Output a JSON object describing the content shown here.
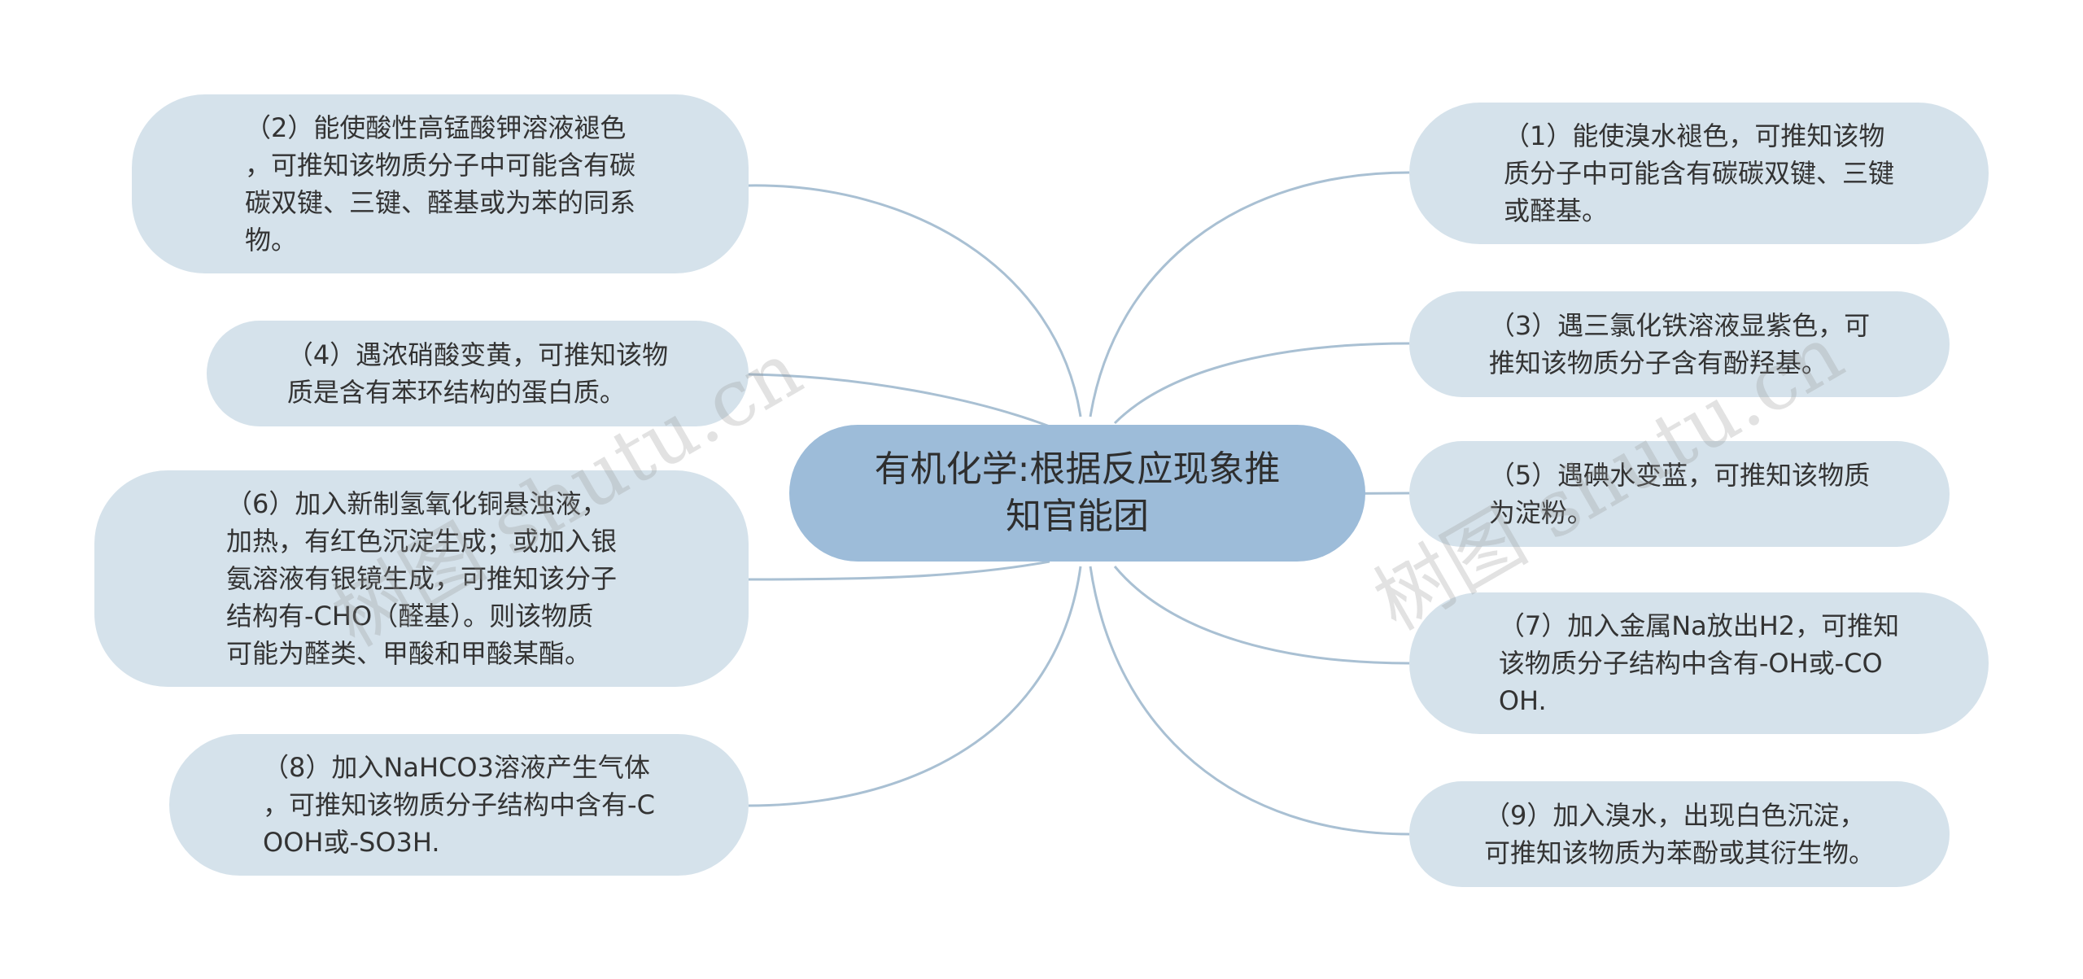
{
  "center": {
    "text": "有机化学:根据反应现象推\n知官能团"
  },
  "left_nodes": [
    {
      "id": "n2",
      "text": "（2）能使酸性高锰酸钾溶液褪色\n，可推知该物质分子中可能含有碳\n碳双键、三键、醛基或为苯的同系\n物。"
    },
    {
      "id": "n4",
      "text": "（4）遇浓硝酸变黄，可推知该物\n质是含有苯环结构的蛋白质。"
    },
    {
      "id": "n6",
      "text": "（6）加入新制氢氧化铜悬浊液，\n加热，有红色沉淀生成；或加入银\n氨溶液有银镜生成，可推知该分子\n结构有-CHO（醛基）。则该物质\n可能为醛类、甲酸和甲酸某酯。"
    },
    {
      "id": "n8",
      "text": "（8）加入NaHCO3溶液产生气体\n，可推知该物质分子结构中含有-C\nOOH或-SO3H."
    }
  ],
  "right_nodes": [
    {
      "id": "n1",
      "text": "（1）能使溴水褪色，可推知该物\n质分子中可能含有碳碳双键、三键\n或醛基。"
    },
    {
      "id": "n3",
      "text": "（3）遇三氯化铁溶液显紫色，可\n推知该物质分子含有酚羟基。"
    },
    {
      "id": "n5",
      "text": "（5）遇碘水变蓝，可推知该物质\n为淀粉。"
    },
    {
      "id": "n7",
      "text": "（7）加入金属Na放出H2，可推知\n该物质分子结构中含有-OH或-CO\nOH."
    },
    {
      "id": "n9",
      "text": "（9）加入溴水，出现白色沉淀，\n可推知该物质为苯酚或其衍生物。"
    }
  ],
  "watermarks": [
    "树图 shutu.cn",
    "树图 shutu.cn"
  ],
  "colors": {
    "center_fill": "#9dbcd9",
    "node_fill": "#d5e2eb",
    "link": "#a9c0d3"
  }
}
